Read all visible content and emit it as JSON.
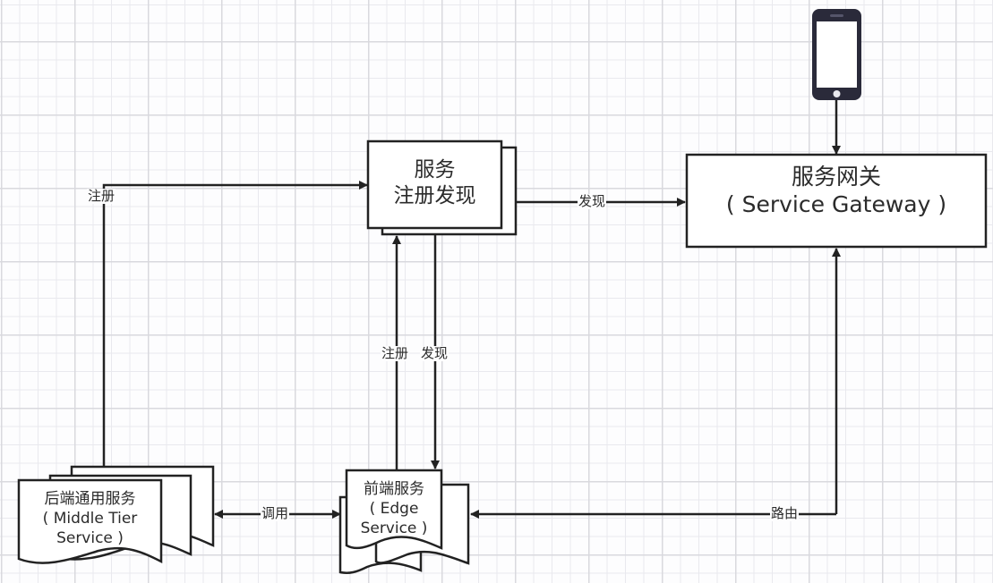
{
  "diagram": {
    "nodes": {
      "registry": {
        "line1": "服务",
        "line2": "注册发现"
      },
      "gateway": {
        "line1": "服务网关",
        "line2": "( Service Gateway )"
      },
      "middle_tier": {
        "line1": "后端通用服务",
        "line2": "( Middle Tier",
        "line3": "Service )"
      },
      "edge": {
        "line1": "前端服务",
        "line2": "( Edge",
        "line3": "Service )"
      },
      "client": {
        "icon": "mobile-phone-icon"
      }
    },
    "edges": {
      "middle_register": "注册",
      "registry_discover_gateway": "发现",
      "edge_register": "注册",
      "edge_discover": "发现",
      "invoke": "调用",
      "route": "路由"
    }
  }
}
